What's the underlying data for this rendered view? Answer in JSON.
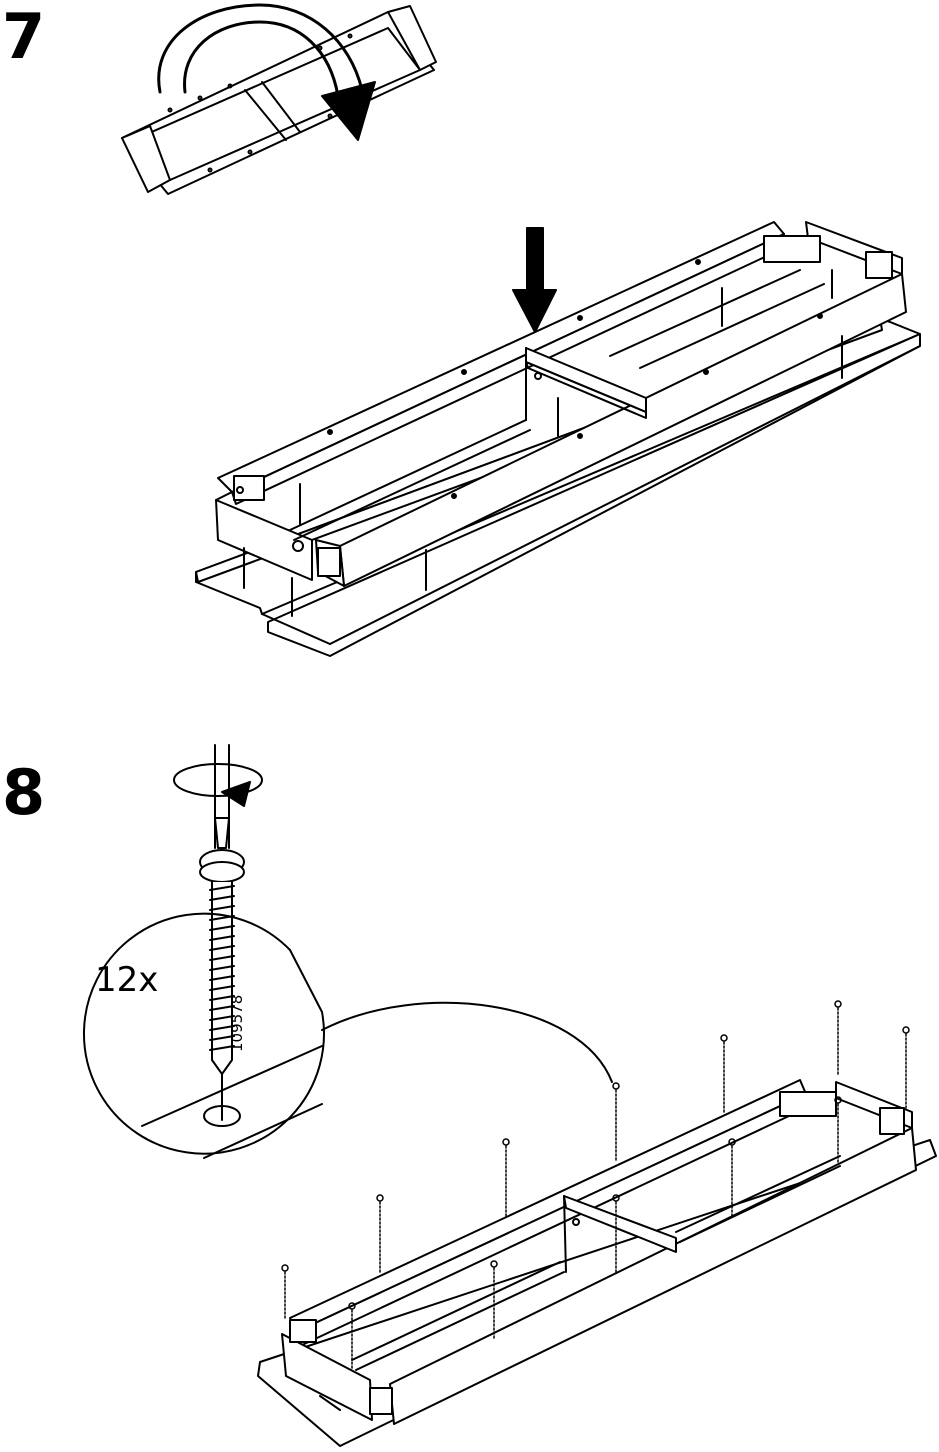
{
  "steps": [
    {
      "number": "7"
    },
    {
      "number": "8",
      "quantity": "12x",
      "part_number": "109578"
    }
  ],
  "icons": {
    "rotate_arrow": "flip-over-arrow-icon",
    "press_arrow": "down-arrow-icon",
    "screwdriver": "screwdriver-icon",
    "turn_arrow": "clockwise-turn-icon",
    "screw": "screw-icon"
  }
}
